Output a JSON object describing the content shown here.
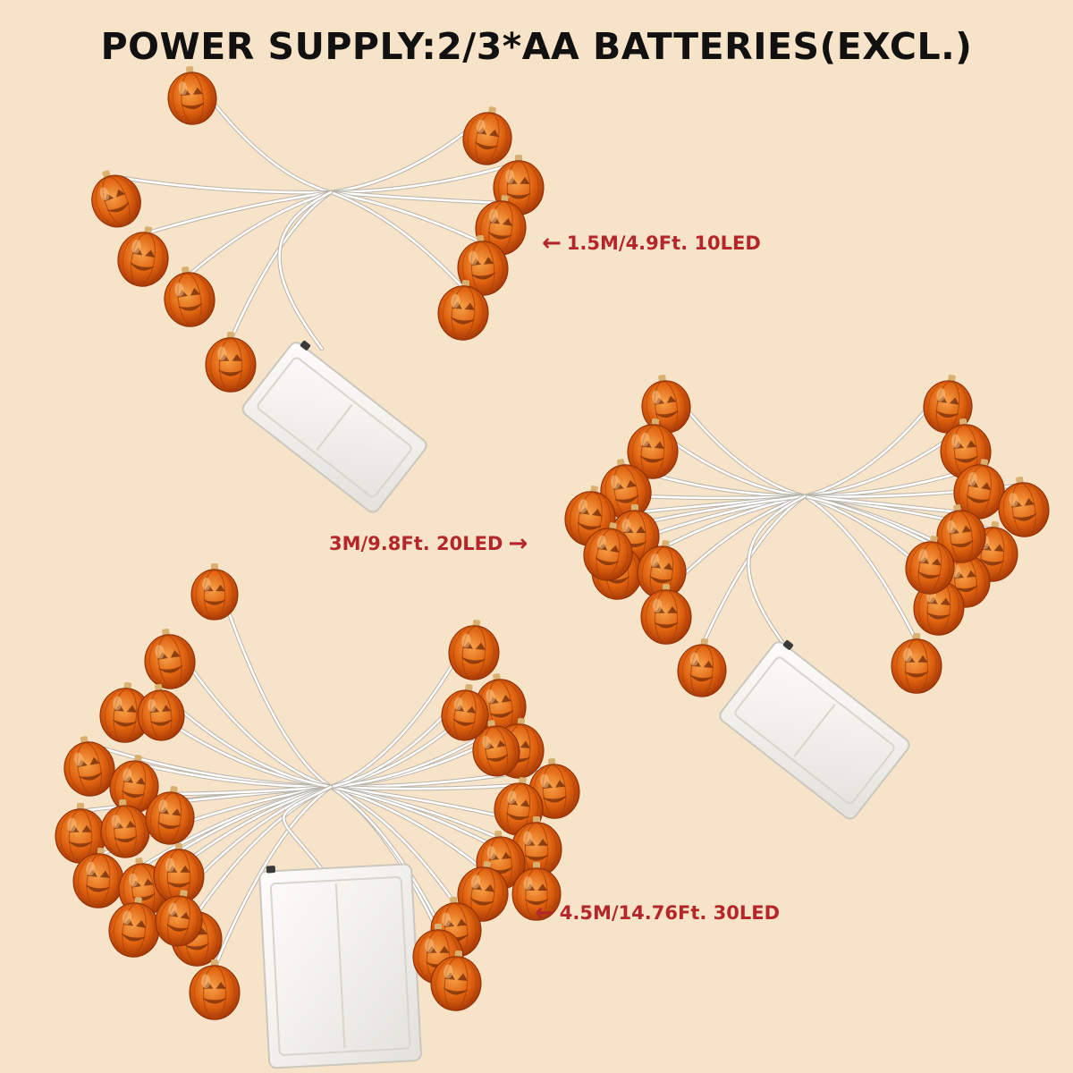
{
  "header": {
    "title": "POWER SUPPLY:2/3*AA BATTERIES(EXCL.)"
  },
  "colors": {
    "background": "#f7e3c8",
    "title": "#111111",
    "label": "#b3262a",
    "pumpkin": "#e46a14",
    "pumpkin_dark": "#9a3206",
    "wire": "#ffffff",
    "battery_box": "#f4f4f2"
  },
  "icons": {
    "arrow_left": "←",
    "arrow_right": "→"
  },
  "strings": [
    {
      "label": "1.5M/4.9Ft. 10LED",
      "led_count": 10,
      "arrow": "left"
    },
    {
      "label": "3M/9.8Ft. 20LED",
      "led_count": 20,
      "arrow": "right"
    },
    {
      "label": "4.5M/14.76Ft. 30LED",
      "led_count": 30,
      "arrow": "left"
    }
  ]
}
